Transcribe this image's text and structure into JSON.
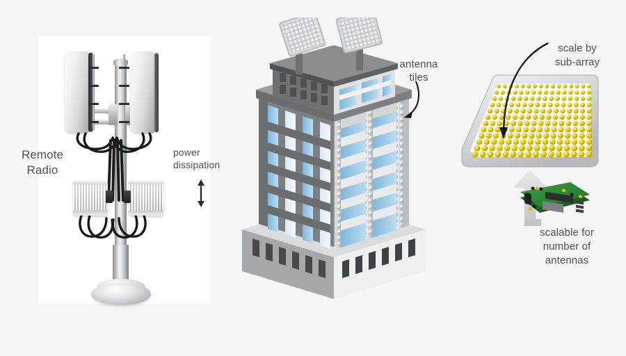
{
  "figure": {
    "background_color": "#f5f5f6",
    "panels": [
      {
        "id": "cell-tower",
        "title_absent": true
      },
      {
        "id": "building-tiles",
        "title_absent": true
      },
      {
        "id": "antenna-array",
        "title_absent": true
      }
    ]
  },
  "tower_panel": {
    "background_color": "#ffffff",
    "label_remote_radio": "Remote\nRadio",
    "label_remote_radio_line1": "Remote",
    "label_remote_radio_line2": "Radio",
    "label_power_line1": "power",
    "label_power_line2": "dissipation",
    "arrow_icon": "double-headed-vertical-arrow",
    "sector_antenna_count": 2,
    "remote_radio_count": 2
  },
  "building_panel": {
    "label_antenna_tiles_line1": "antenna",
    "label_antenna_tiles_line2": "tiles",
    "arrow_icon": "curved-pointer-arrow",
    "rooftop_tile_count": 2,
    "facade_tile_columns": 4,
    "colors": {
      "facade_dark": "#7d8082",
      "facade_light": "#d9dbdc",
      "window_blue": "#8fbfdf",
      "window_pale": "#d9eaf6",
      "podium": "#efefef",
      "tile_silver": "#cfd2d4"
    }
  },
  "array_panel": {
    "label_scale_by_line1": "scale by",
    "label_scale_by_line2": "sub-array",
    "label_scalable_line1": "scalable for",
    "label_scalable_line2": "number of",
    "label_scalable_line3": "antennas",
    "arrow_scale_icon": "curved-pointer-arrow",
    "arrow_board_icon": "thick-curved-up-arrow",
    "grid_columns": 16,
    "grid_rows": 12,
    "element_color": "#e3cc18",
    "element_shape": "dome",
    "tray_color": "#cbced0",
    "board_color": "#2e8b37",
    "board_name": "rf-transceiver-board"
  }
}
